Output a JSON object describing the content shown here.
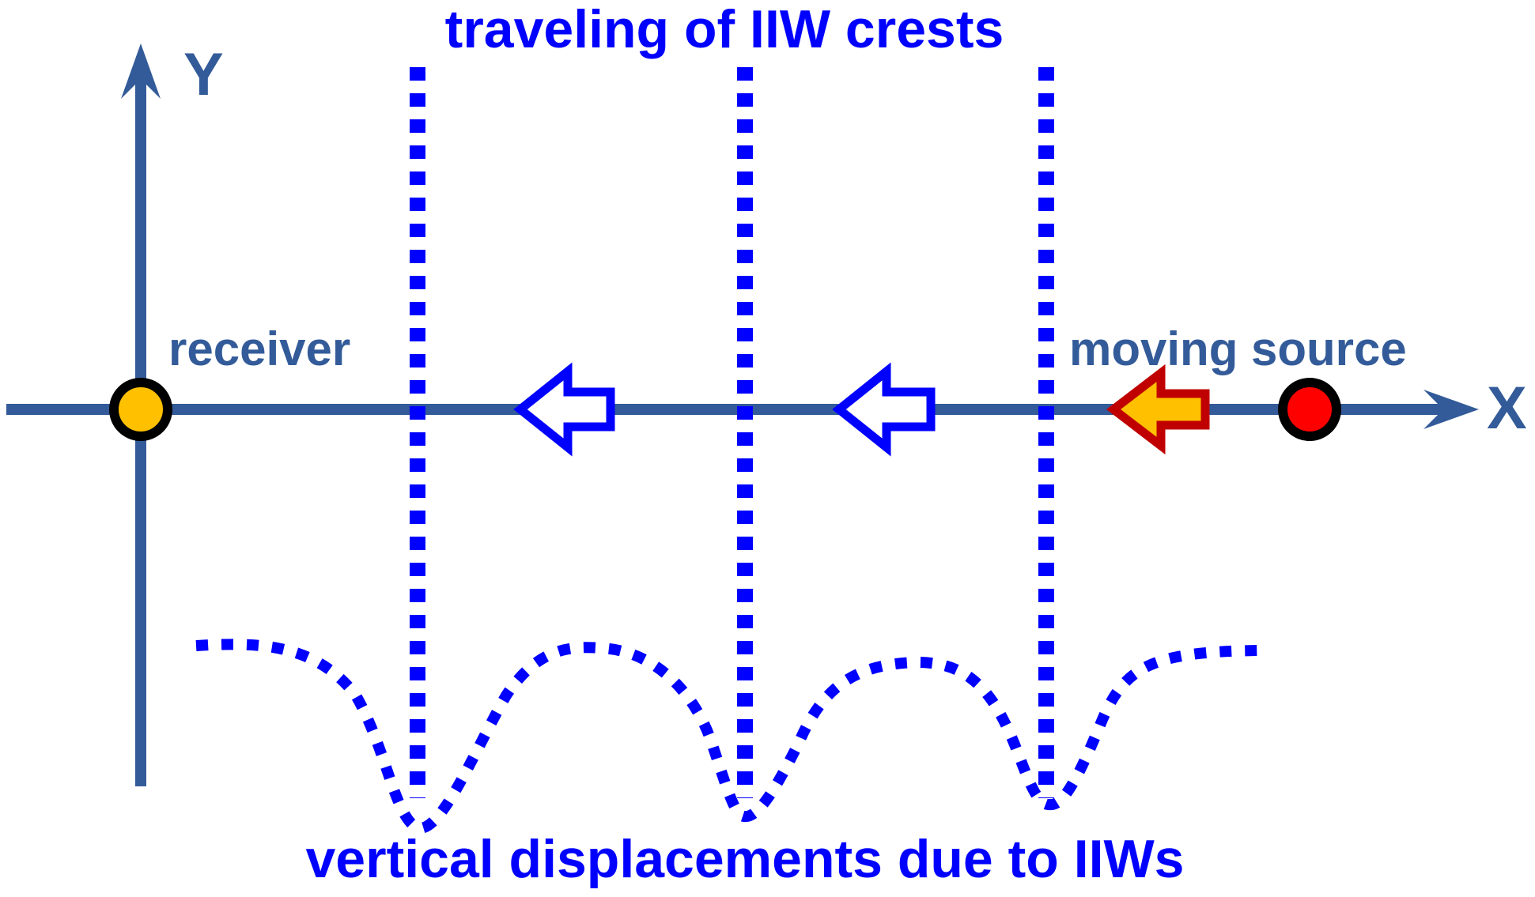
{
  "title": "traveling of IIW crests",
  "bottom_label": "vertical displacements due to IIWs",
  "axes": {
    "y_label": "Y",
    "x_label": "X"
  },
  "receiver_label": "receiver",
  "source_label": "moving source",
  "colors": {
    "axis": "#335B99",
    "crest_lines": "#0000FF",
    "receiver_fill": "#FFC000",
    "source_fill": "#FF0000",
    "marker_outline": "#000000",
    "source_arrow_fill": "#FFC000",
    "source_arrow_stroke": "#C00000",
    "crest_arrow_stroke": "#0000FF"
  },
  "crest_count": 3
}
